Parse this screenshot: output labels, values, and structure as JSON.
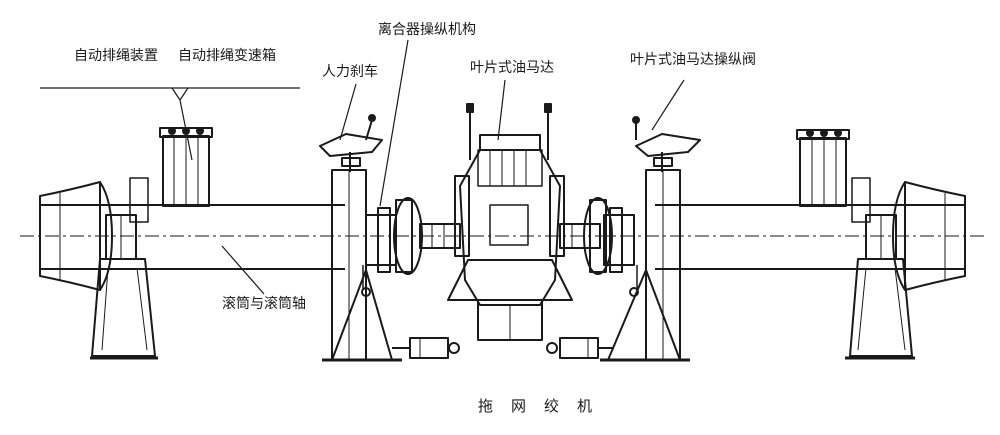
{
  "labels": {
    "auto_rope_device": "自动排绳装置",
    "auto_rope_gearbox": "自动排绳变速箱",
    "clutch_control": "离合器操纵机构",
    "manual_brake": "人力刹车",
    "vane_motor": "叶片式油马达",
    "vane_motor_valve": "叶片式油马达操纵阀",
    "drum_and_shaft": "滚筒与滚筒轴"
  },
  "caption": "拖网绞机"
}
